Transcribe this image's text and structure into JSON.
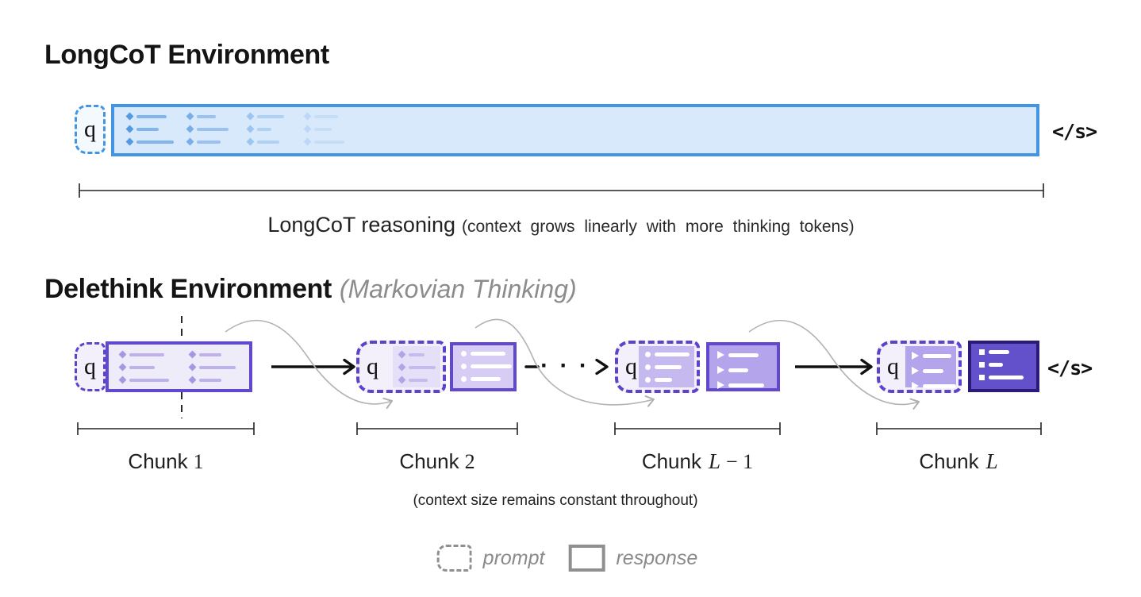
{
  "longcot": {
    "title": "LongCoT Environment",
    "q_label": "q",
    "eos_label": "</s>",
    "caption": {
      "main": "LongCoT reasoning",
      "detail": "(context grows linearly with more thinking tokens)"
    }
  },
  "delethink": {
    "title": "Delethink Environment",
    "subtitle": "(Markovian Thinking)",
    "q_label": "q",
    "eos_label": "</s>",
    "ellipsis": "· · ·",
    "chunks": [
      {
        "label": "Chunk",
        "math_var": "",
        "math_num": "1"
      },
      {
        "label": "Chunk",
        "math_var": "",
        "math_num": "2"
      },
      {
        "label": "Chunk",
        "math_var": "L",
        "math_num": "− 1"
      },
      {
        "label": "Chunk",
        "math_var": "L",
        "math_num": ""
      }
    ],
    "caption": "(context size remains constant throughout)"
  },
  "legend": {
    "prompt_label": "prompt",
    "response_label": "response"
  },
  "colors": {
    "blue_border": "#4494e6",
    "blue_fill": "#d7e9fb",
    "purple_border": "#6248cf",
    "purple_dashed_border": "#5d43cb",
    "chunk1_fill": "#efecfa",
    "chunk2_prompt_fill": "#e5dff8",
    "chunk2_response_fill": "#d6ccf4",
    "chunkL1_prompt_fill": "#c5b9ef",
    "chunkL1_response_fill": "#b3a4ec",
    "chunkL_prompt_fill": "#b3a4ec",
    "chunkL_response_fill": "#6351cb",
    "chunkL_response_border": "#2c1b76",
    "connector_gray": "#b3b3b3",
    "legend_gray": "#8f8f8f"
  },
  "icons": {
    "diamond-bullet-icon": "css rotated square",
    "circle-bullet-icon": "css circle",
    "triangle-bullet-icon": "css triangle",
    "square-bullet-icon": "css square"
  }
}
